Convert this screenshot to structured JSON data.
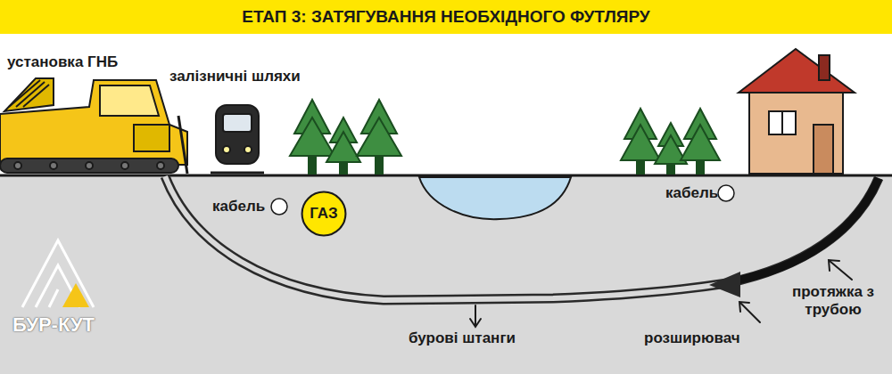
{
  "diagram": {
    "title": "ЕТАП 3: ЗАТЯГУВАННЯ НЕОБХІДНОГО ФУТЛЯРУ",
    "nodes": [
      {
        "text": [
          "ГАЗ"
        ]
      }
    ],
    "labels": [
      "установка ГНБ",
      "залізничні шляхи",
      "кабель",
      "кабель",
      "бурові штанги",
      "розширювач",
      "протяжка з трубою",
      "БУР-КУТ"
    ]
  }
}
